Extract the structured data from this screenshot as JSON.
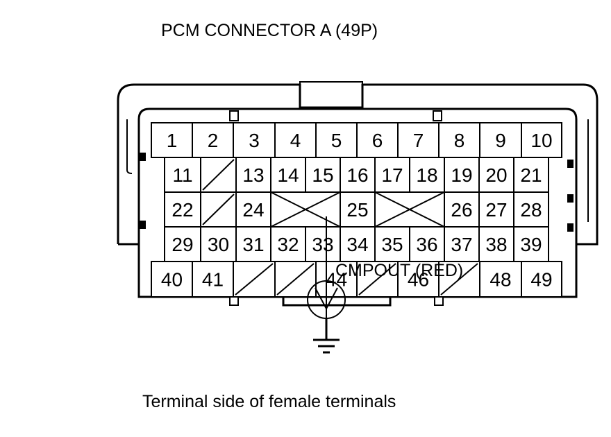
{
  "title": "PCM CONNECTOR A (49P)",
  "caption": "Terminal side of female terminals",
  "probe_label": "CMPOUT (RED)",
  "connector": {
    "row1": [
      "1",
      "2",
      "3",
      "4",
      "5",
      "6",
      "7",
      "8",
      "9",
      "10"
    ],
    "row2": [
      "11",
      "",
      "13",
      "14",
      "15",
      "16",
      "17",
      "18",
      "19",
      "20",
      "21"
    ],
    "row3": [
      "22",
      "",
      "24",
      "",
      "25",
      "",
      "26",
      "27",
      "28"
    ],
    "row4": [
      "29",
      "30",
      "31",
      "32",
      "33",
      "34",
      "35",
      "36",
      "37",
      "38",
      "39"
    ],
    "row5": [
      "40",
      "41",
      "",
      "",
      "44",
      "",
      "46",
      "",
      "48",
      "49"
    ]
  },
  "symbols": {
    "probe": "meter-probe-icon",
    "ground": "ground-icon"
  }
}
